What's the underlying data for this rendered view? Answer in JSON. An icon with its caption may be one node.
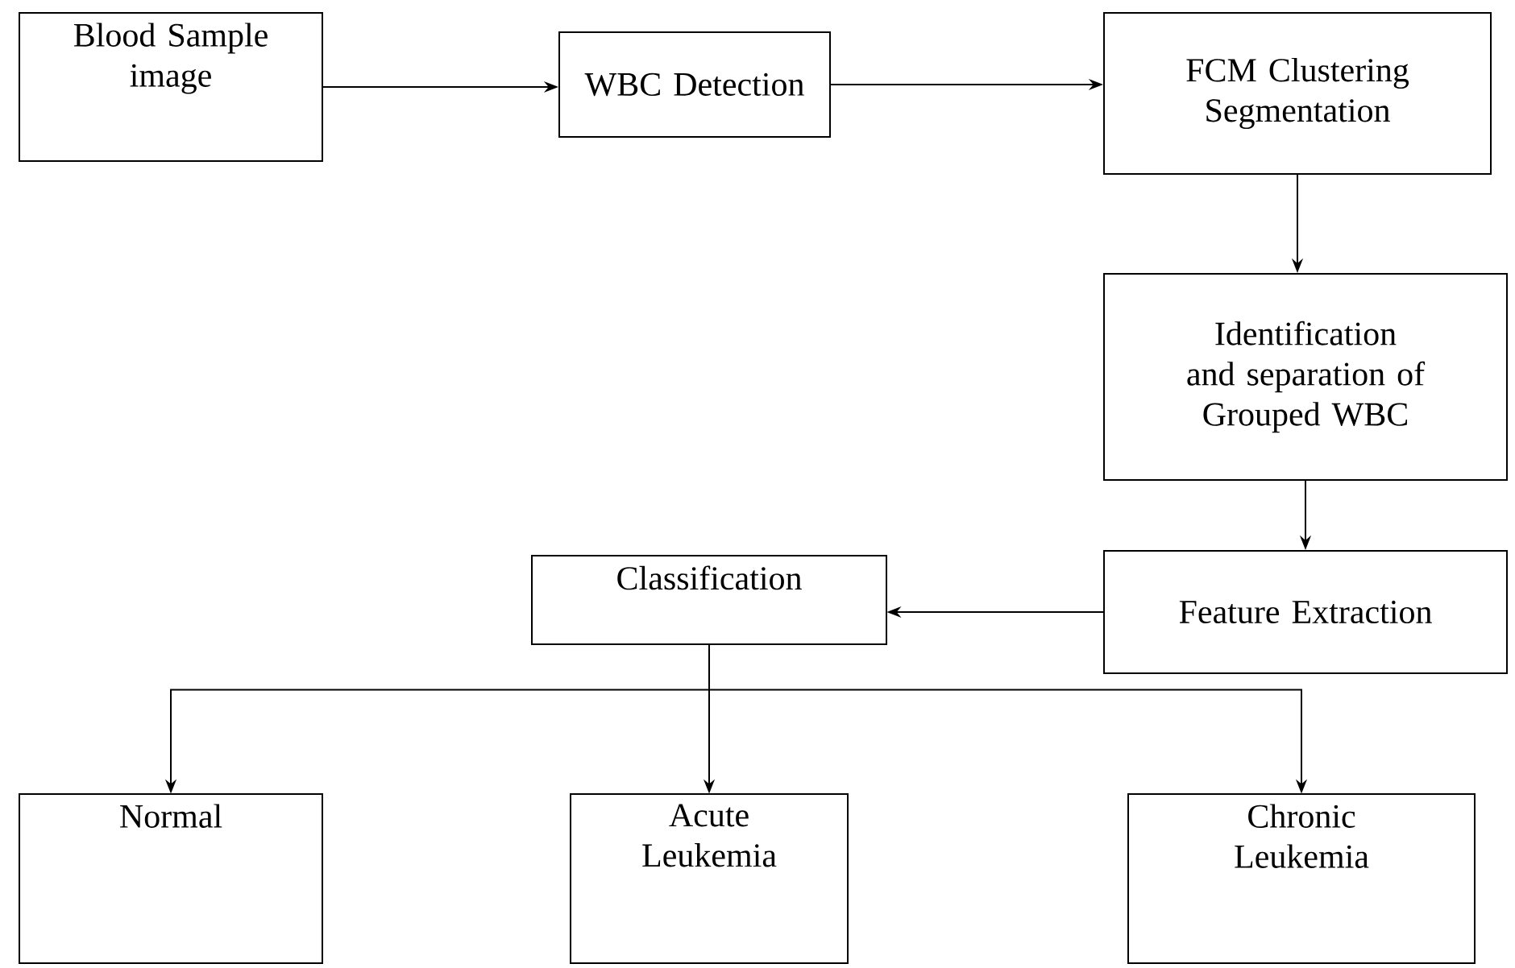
{
  "diagram": {
    "nodes": [
      {
        "text": [
          "Blood Sample image"
        ]
      },
      {
        "text": [
          "WBC Detection"
        ]
      },
      {
        "text": [
          "FCM Clustering Segmentation"
        ]
      },
      {
        "text": [
          "Identification and separation of Grouped WBC"
        ]
      },
      {
        "text": [
          "Feature Extraction"
        ]
      },
      {
        "text": [
          "Classification"
        ]
      },
      {
        "text": [
          "Normal"
        ]
      },
      {
        "text": [
          "Acute Leukemia"
        ]
      },
      {
        "text": [
          "Chronic Leukemia"
        ]
      }
    ],
    "edges": [
      {
        "from": 0,
        "to": 1,
        "arrow": "to"
      },
      {
        "from": 1,
        "to": 2,
        "arrow": "to"
      },
      {
        "from": 2,
        "to": 3,
        "arrow": "to"
      },
      {
        "from": 3,
        "to": 4,
        "arrow": "to"
      },
      {
        "from": 4,
        "to": 5,
        "arrow": "to"
      },
      {
        "from": 5,
        "to": 6,
        "arrow": "to"
      },
      {
        "from": 5,
        "to": 7,
        "arrow": "to"
      },
      {
        "from": 5,
        "to": 8,
        "arrow": "to"
      }
    ]
  }
}
